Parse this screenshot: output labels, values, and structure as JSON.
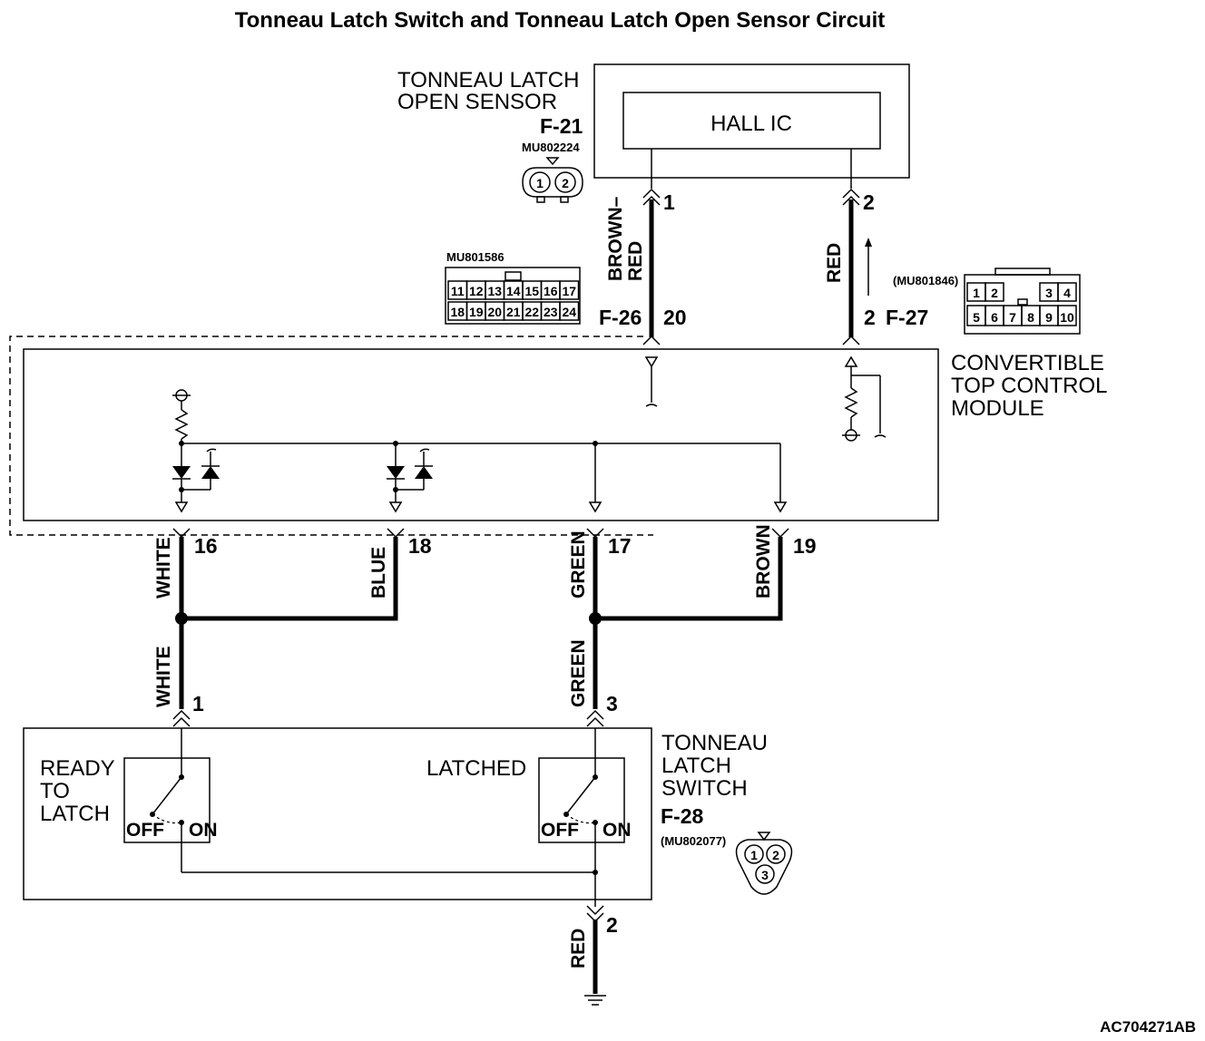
{
  "title": "Tonneau Latch Switch and Tonneau Latch Open Sensor Circuit",
  "figure_code": "AC704271AB",
  "sensor": {
    "name_line1": "TONNEAU LATCH",
    "name_line2": "OPEN SENSOR",
    "connector": "F-21",
    "part": "MU802224",
    "hall_ic": "HALL IC",
    "plug_pins": [
      "1",
      "2"
    ],
    "pin1": "1",
    "pin2": "2"
  },
  "module": {
    "name_line1": "CONVERTIBLE",
    "name_line2": "TOP CONTROL",
    "name_line3": "MODULE",
    "connector_a": "F-26",
    "connector_a_part": "MU801586",
    "connector_a_row1": [
      "11",
      "12",
      "13",
      "14",
      "15",
      "16",
      "17"
    ],
    "connector_a_row2": [
      "18",
      "19",
      "20",
      "21",
      "22",
      "23",
      "24"
    ],
    "connector_b": "F-27",
    "connector_b_part": "(MU801846)",
    "connector_b_row1": [
      "1",
      "2",
      "3",
      "4"
    ],
    "connector_b_row2": [
      "5",
      "6",
      "7",
      "8",
      "9",
      "10"
    ],
    "pin_20": "20",
    "pin_2": "2",
    "pin_16": "16",
    "pin_18": "18",
    "pin_17": "17",
    "pin_19": "19"
  },
  "wires": {
    "brown_red": "BROWN– RED",
    "red_top": "RED",
    "white_a": "WHITE",
    "blue": "BLUE",
    "green_a": "GREEN",
    "brown": "BROWN",
    "white_b": "WHITE",
    "green_b": "GREEN",
    "red_bottom": "RED"
  },
  "switch": {
    "name_line1": "TONNEAU",
    "name_line2": "LATCH",
    "name_line3": "SWITCH",
    "connector": "F-28",
    "part": "(MU802077)",
    "plug_pins": [
      "1",
      "2",
      "3"
    ],
    "pin1": "1",
    "pin3": "3",
    "pin2": "2",
    "ready_line1": "READY",
    "ready_line2": "TO",
    "ready_line3": "LATCH",
    "latched": "LATCHED",
    "off": "OFF",
    "on": "ON"
  }
}
